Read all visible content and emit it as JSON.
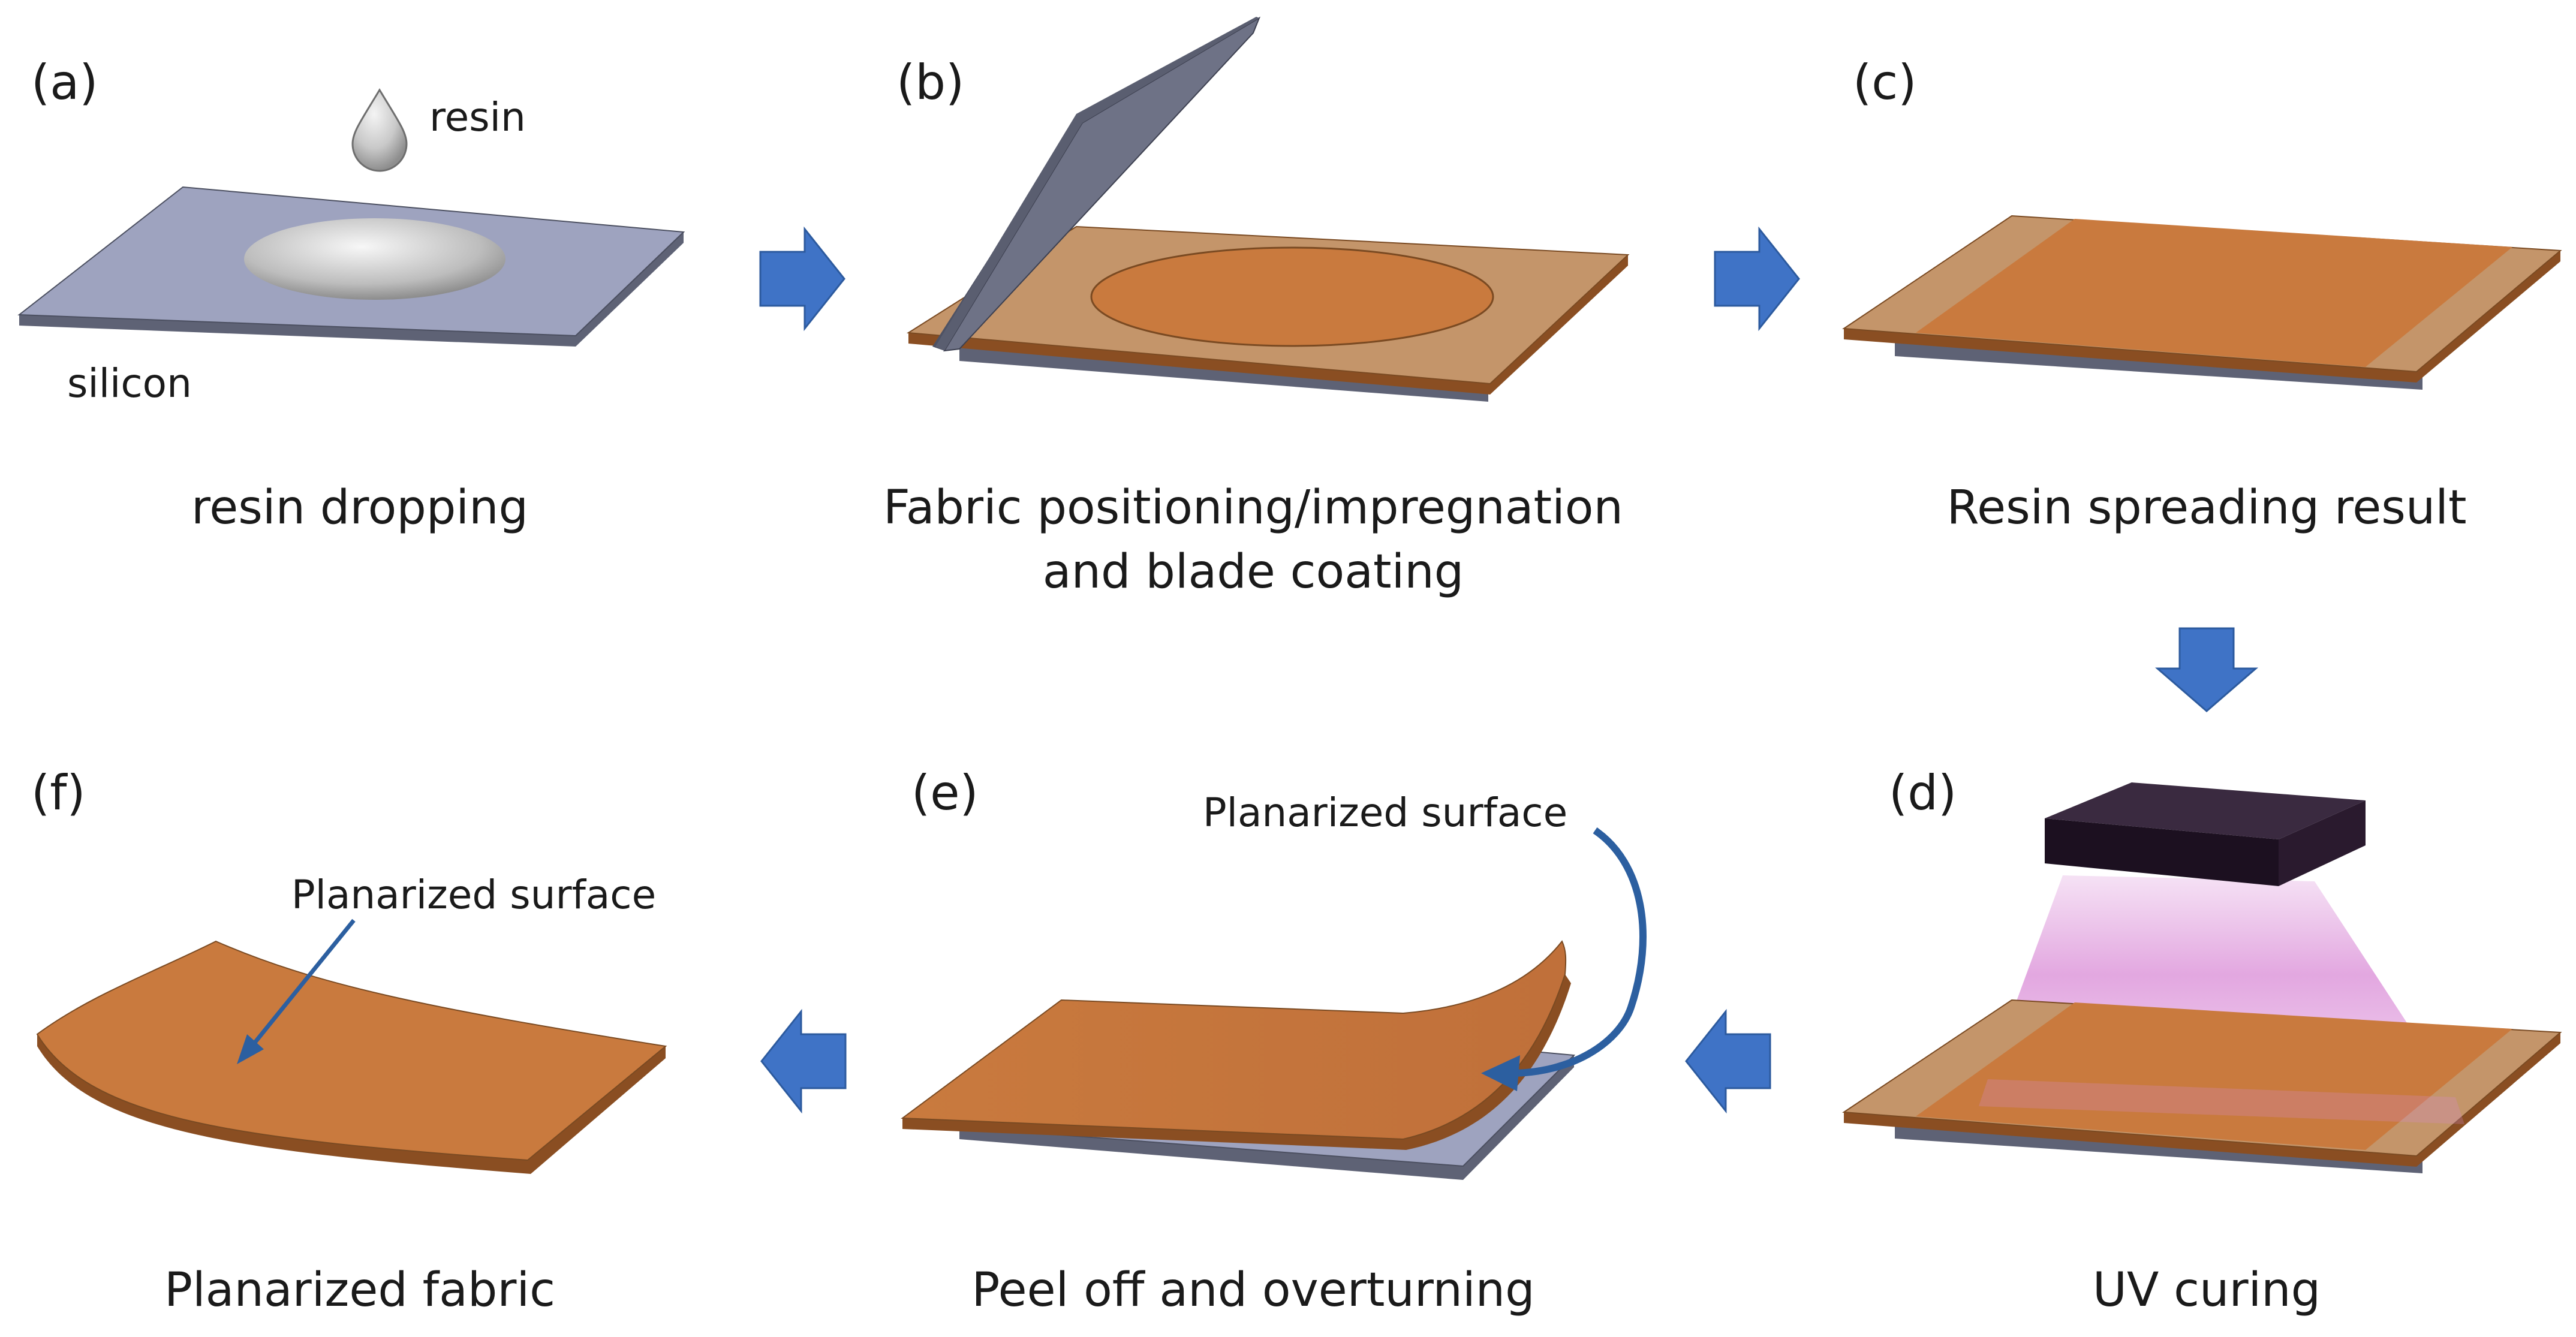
{
  "panels": {
    "a": {
      "label": "(a)",
      "caption": "resin dropping",
      "note_resin": "resin",
      "note_silicon": "silicon"
    },
    "b": {
      "label": "(b)",
      "caption_line1": "Fabric positioning/impregnation",
      "caption_line2": "and blade coating"
    },
    "c": {
      "label": "(c)",
      "caption": "Resin spreading result"
    },
    "d": {
      "label": "(d)",
      "caption": "UV curing"
    },
    "e": {
      "label": "(e)",
      "caption": "Peel off and overturning",
      "note": "Planarized surface"
    },
    "f": {
      "label": "(f)",
      "caption": "Planarized fabric",
      "note": "Planarized surface"
    }
  },
  "colors": {
    "silicon_top": "#9EA3BF",
    "silicon_side": "#5E6275",
    "fabric_light": "#C4956A",
    "fabric_resin": "#C97A3E",
    "fabric_edge": "#8A4E22",
    "blade": "#6E7286",
    "uv_lamp": "#2A1A2E",
    "uv_light": "#D98AD6",
    "flow_arrow": "#3F73C6",
    "curve_arrow": "#2C5FA0"
  }
}
